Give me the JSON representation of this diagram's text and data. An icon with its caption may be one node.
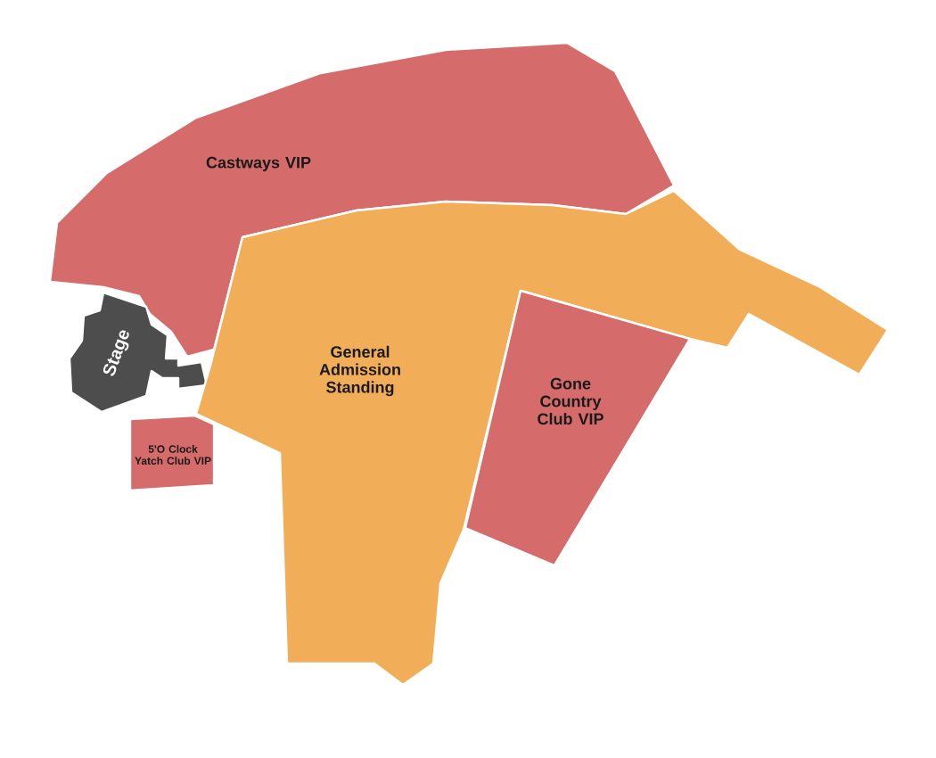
{
  "diagram": {
    "nodes": [
      {
        "text": [
          "Castways VIP"
        ]
      },
      {
        "text": [
          "Stage"
        ]
      },
      {
        "text": [
          "General Admission Standing"
        ]
      },
      {
        "text": [
          "Gone Country Club VIP"
        ]
      },
      {
        "text": [
          "5'O Clock Yatch Club VIP"
        ]
      }
    ]
  }
}
